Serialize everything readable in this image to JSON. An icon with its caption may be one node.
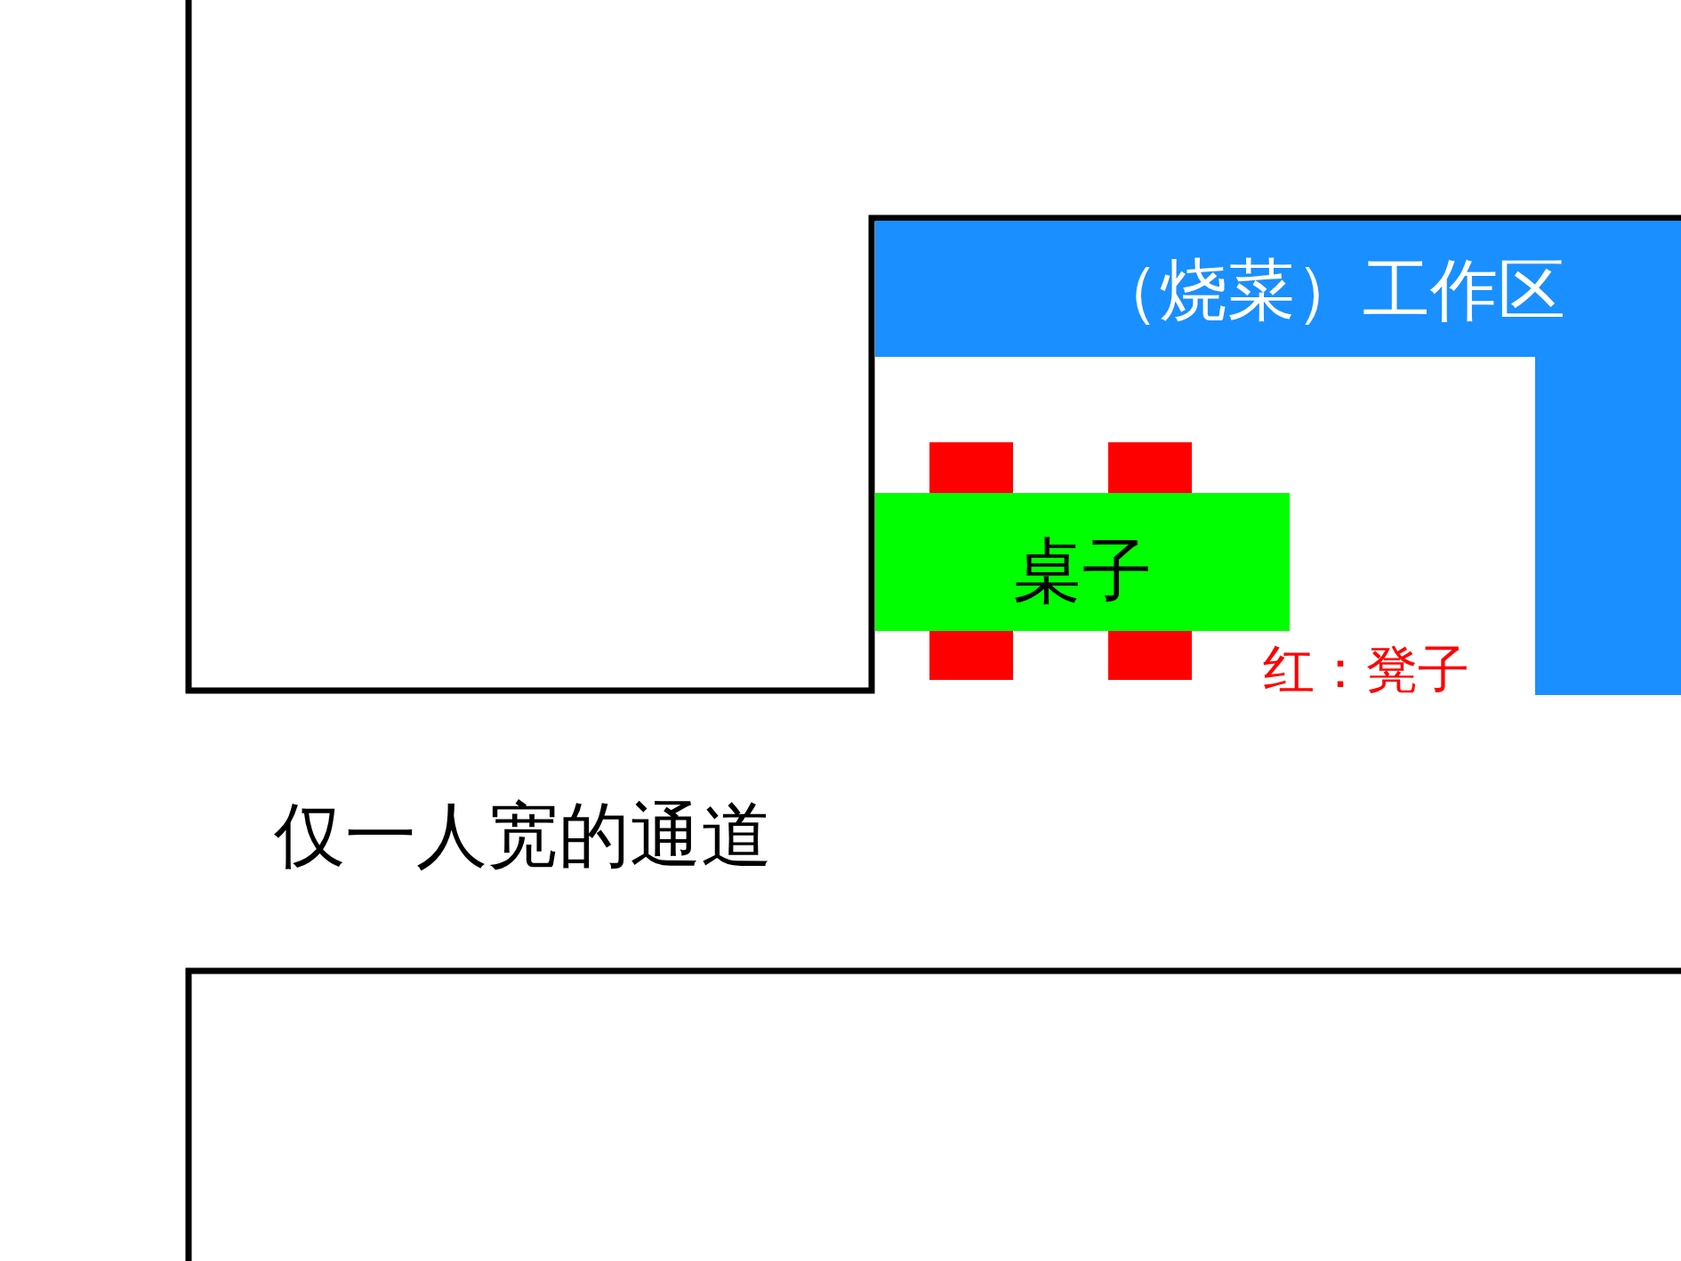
{
  "diagram": {
    "nodes": [
      {
        "text": [
          "（烧菜）工作区"
        ]
      },
      {
        "text": [
          "桌子"
        ]
      },
      {
        "text": [],
        "shape": "box"
      },
      {
        "text": [],
        "shape": "box"
      },
      {
        "text": [],
        "shape": "box"
      },
      {
        "text": [],
        "shape": "box"
      }
    ],
    "labels": [
      "红：凳子",
      "仅一人宽的通道"
    ]
  }
}
